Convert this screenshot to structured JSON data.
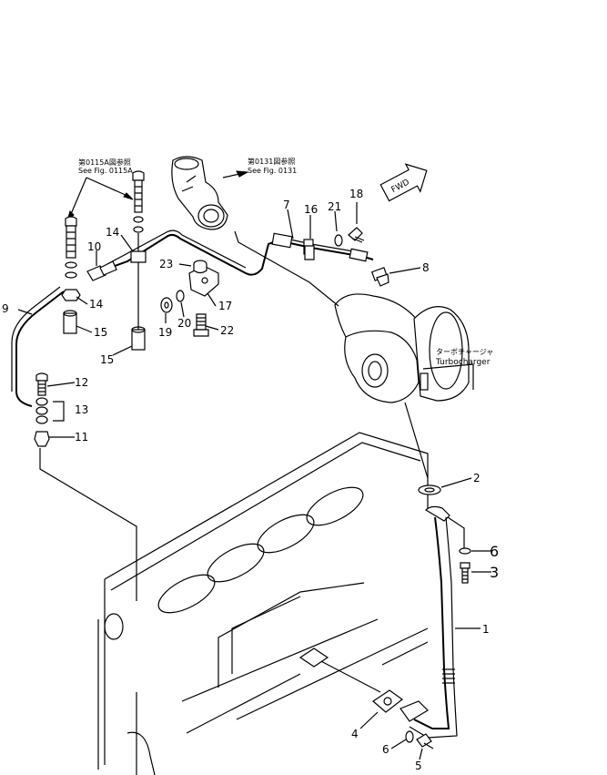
{
  "references": {
    "left_jp": "第0115A図参照",
    "left_en": "See Fig. 0115A",
    "top_jp": "第0131図参照",
    "top_en": "See Fig. 0131"
  },
  "turbocharger": {
    "jp": "ターボチャージャ",
    "en": "Turbocharger"
  },
  "fwd_label": "FWD",
  "parts": {
    "p1": "1",
    "p2": "2",
    "p3": "3",
    "p4": "4",
    "p5": "5",
    "p6a": "6",
    "p6b": "6",
    "p7": "7",
    "p8": "8",
    "p9": "9",
    "p10": "10",
    "p11": "11",
    "p12": "12",
    "p13": "13",
    "p14a": "14",
    "p14b": "14",
    "p15a": "15",
    "p15b": "15",
    "p16": "16",
    "p17": "17",
    "p18": "18",
    "p19": "19",
    "p20": "20",
    "p21": "21",
    "p22": "22",
    "p23": "23"
  }
}
